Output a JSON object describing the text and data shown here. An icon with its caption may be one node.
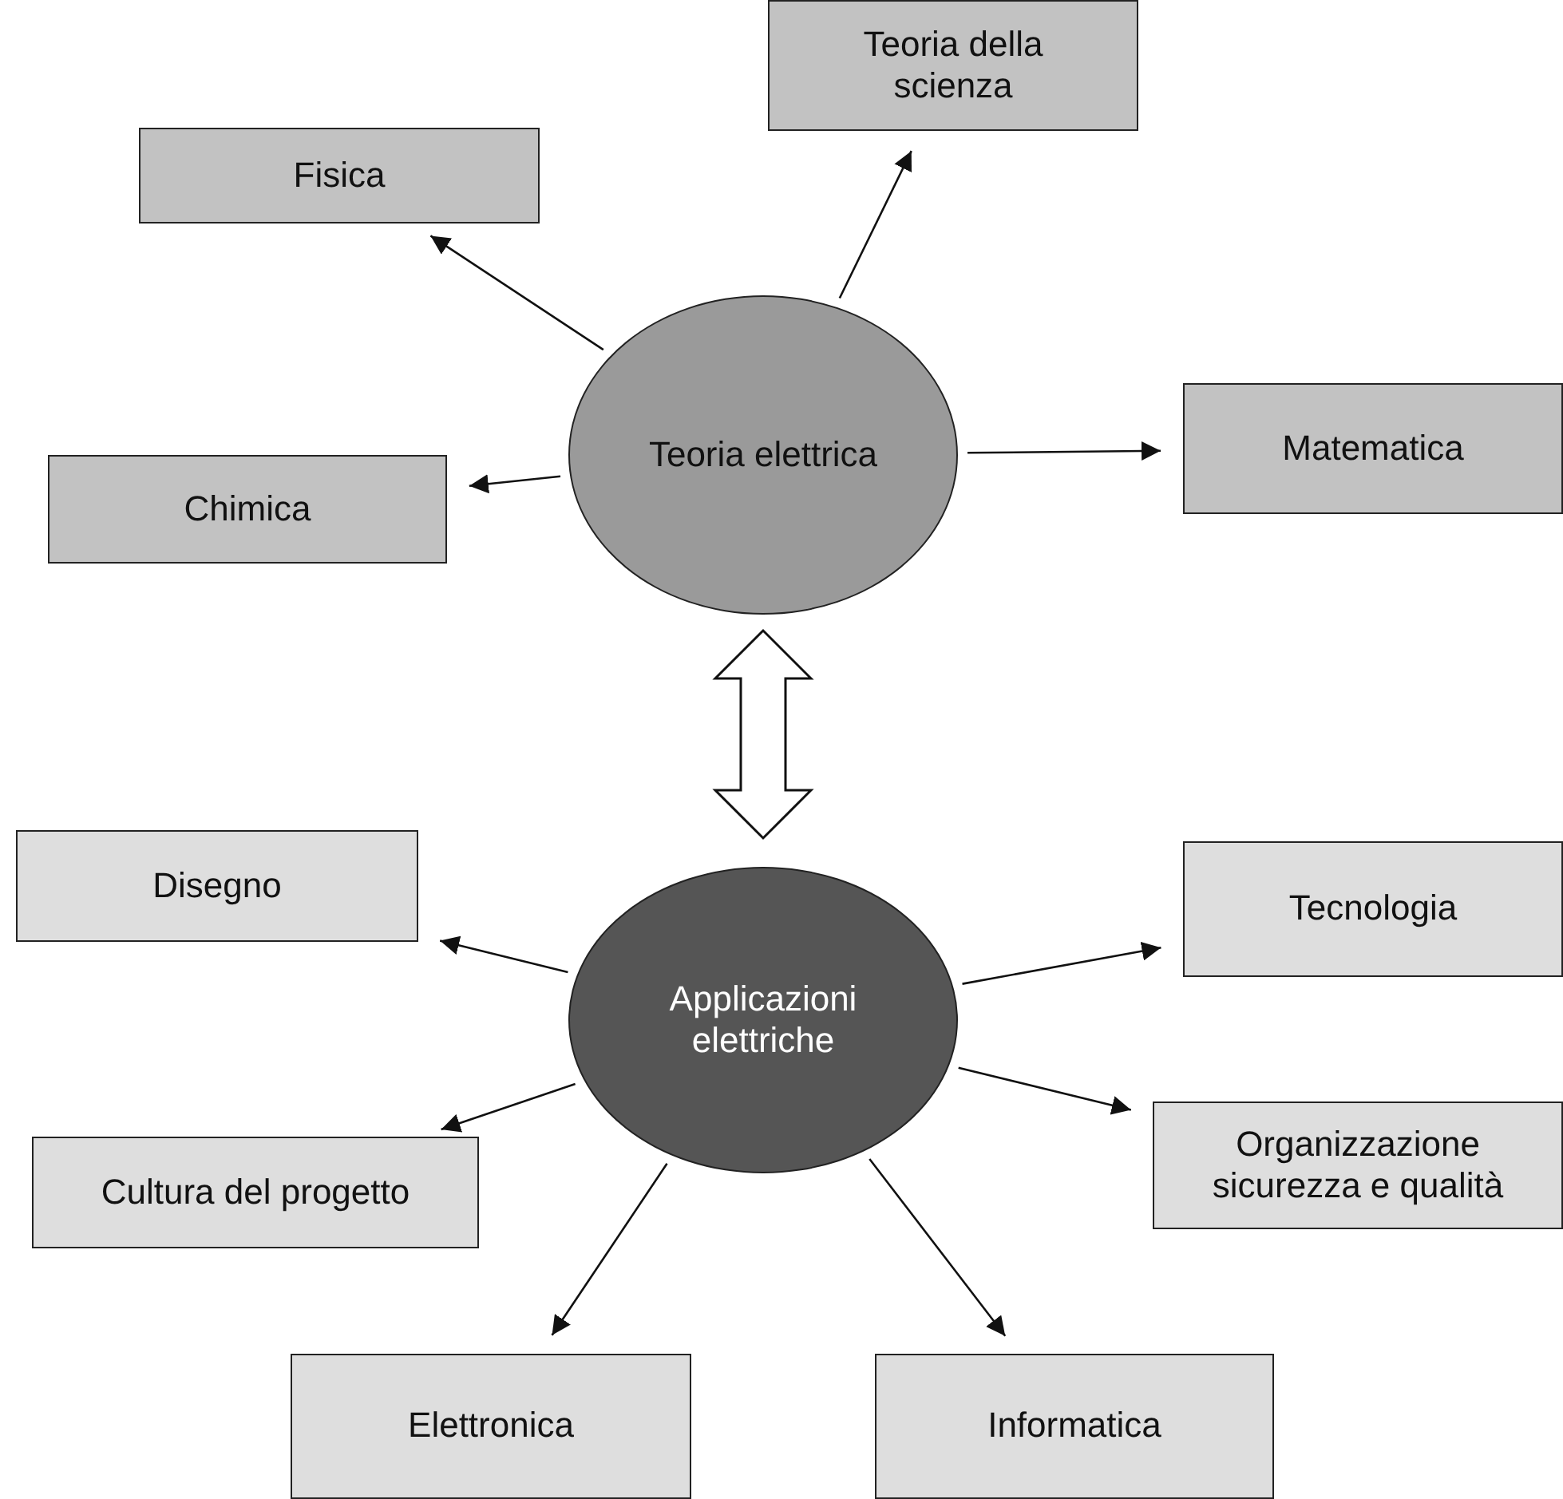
{
  "diagram": {
    "nodes": [
      {
        "text": [
          "Teoria della scienza"
        ]
      },
      {
        "text": [
          "Fisica"
        ]
      },
      {
        "text": [
          "Teoria elettrica"
        ]
      },
      {
        "text": [
          "Matematica"
        ]
      },
      {
        "text": [
          "Chimica"
        ]
      },
      {
        "text": [
          "Disegno"
        ]
      },
      {
        "text": [
          "Tecnologia"
        ]
      },
      {
        "text": [
          "Applicazioni elettriche"
        ]
      },
      {
        "text": [
          "Organizzazione sicurezza e qualità"
        ]
      },
      {
        "text": [
          "Cultura del progetto"
        ]
      },
      {
        "text": [
          "Elettronica"
        ]
      },
      {
        "text": [
          "Informatica"
        ]
      }
    ],
    "edges": [
      {
        "from": 2,
        "to": 1,
        "arrow": "to"
      },
      {
        "from": 2,
        "to": 0,
        "arrow": "to"
      },
      {
        "from": 2,
        "to": 3,
        "arrow": "to"
      },
      {
        "from": 2,
        "to": 4,
        "arrow": "to"
      },
      {
        "from": 2,
        "to": 7,
        "arrow": "both",
        "style": "thick"
      },
      {
        "from": 7,
        "to": 5,
        "arrow": "to"
      },
      {
        "from": 7,
        "to": 6,
        "arrow": "to"
      },
      {
        "from": 7,
        "to": 8,
        "arrow": "to"
      },
      {
        "from": 7,
        "to": 9,
        "arrow": "to"
      },
      {
        "from": 7,
        "to": 10,
        "arrow": "to"
      },
      {
        "from": 7,
        "to": 11,
        "arrow": "to"
      }
    ]
  }
}
